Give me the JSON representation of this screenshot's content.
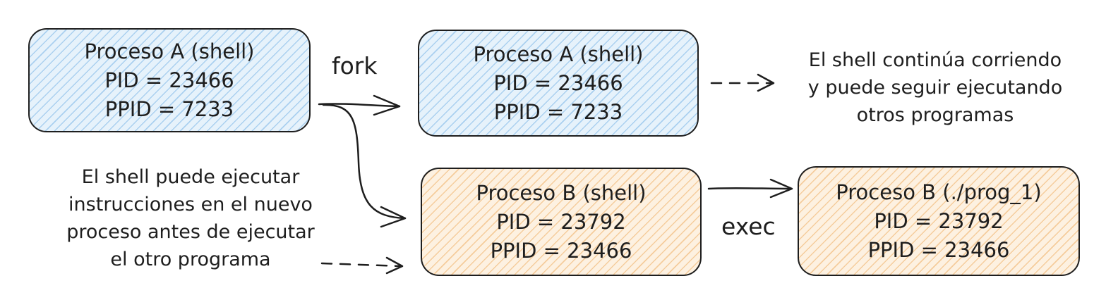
{
  "boxes": {
    "parent": {
      "line1": "Proceso A (shell)",
      "line2": "PID = 23466",
      "line3": "PPID = 7233",
      "fill": "#e6f2fb"
    },
    "parent_after": {
      "line1": "Proceso A (shell)",
      "line2": "PID = 23466",
      "line3": "PPID = 7233",
      "fill": "#e6f2fb"
    },
    "child_shell": {
      "line1": "Proceso B (shell)",
      "line2": "PID = 23792",
      "line3": "PPID = 23466",
      "fill": "#fdf1e1"
    },
    "child_prog": {
      "line1": "Proceso B (./prog_1)",
      "line2": "PID = 23792",
      "line3": "PPID = 23466",
      "fill": "#fdf1e1"
    }
  },
  "labels": {
    "fork": "fork",
    "exec": "exec"
  },
  "notes": {
    "shell_continues": [
      "El shell continúa corriendo",
      "y puede seguir ejecutando",
      "otros programas"
    ],
    "child_before_exec": [
      "El shell puede ejecutar",
      "instrucciones en el nuevo",
      "proceso antes de ejecutar",
      "el otro programa"
    ]
  }
}
